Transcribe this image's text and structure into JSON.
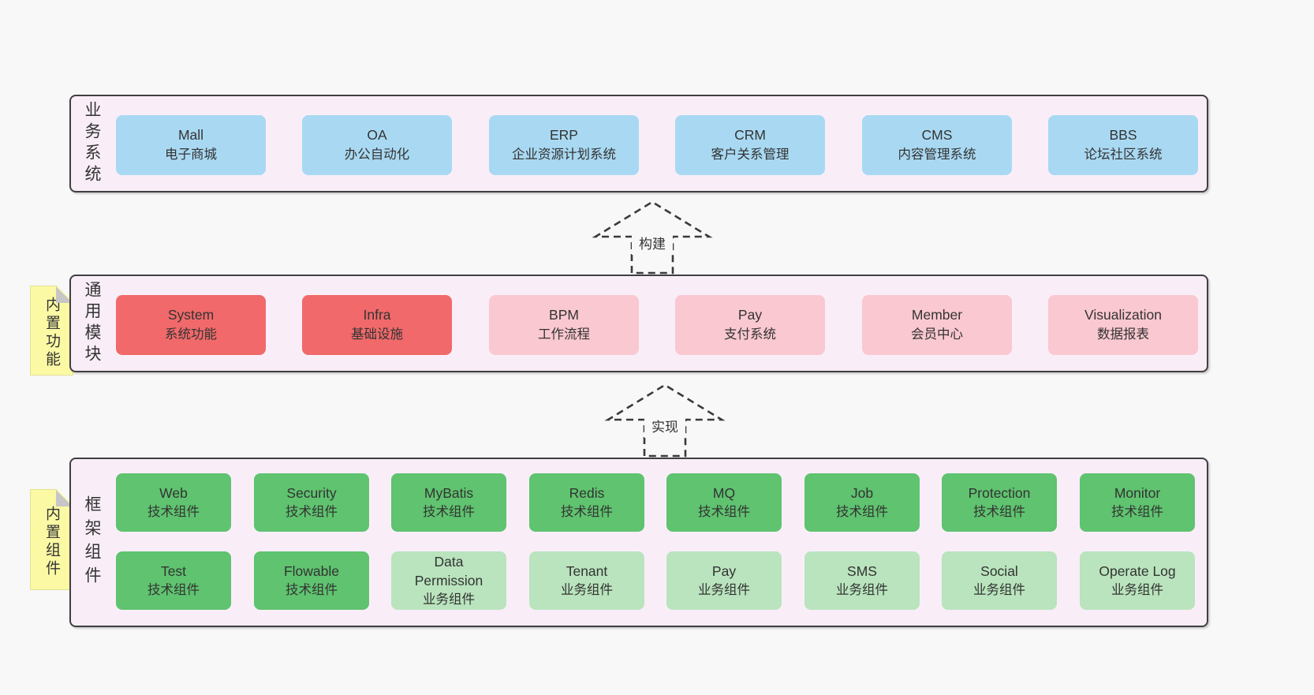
{
  "colors": {
    "page_bg": "#f8f8f8",
    "band_bg": "#f9eef8",
    "band_border": "#3f3f3f",
    "business_box_blue": "#a9d9f2",
    "core_module_red": "#f1696a",
    "module_pink": "#fac8d0",
    "tech_component_green": "#5fc36f",
    "biz_component_light_green": "#b9e4bd",
    "sticky_yellow": "#fbf9a4",
    "text": "#333333"
  },
  "arrows": [
    {
      "label": "构建"
    },
    {
      "label": "实现"
    }
  ],
  "stickies": [
    {
      "label": "内置功能"
    },
    {
      "label": "内置组件"
    }
  ],
  "bands": [
    {
      "label": "业务系统",
      "boxes": [
        {
          "name": "Mall",
          "desc": "电子商城"
        },
        {
          "name": "OA",
          "desc": "办公自动化"
        },
        {
          "name": "ERP",
          "desc": "企业资源计划系统"
        },
        {
          "name": "CRM",
          "desc": "客户关系管理"
        },
        {
          "name": "CMS",
          "desc": "内容管理系统"
        },
        {
          "name": "BBS",
          "desc": "论坛社区系统"
        }
      ]
    },
    {
      "label": "通用模块",
      "boxes": [
        {
          "name": "System",
          "desc": "系统功能"
        },
        {
          "name": "Infra",
          "desc": "基础设施"
        },
        {
          "name": "BPM",
          "desc": "工作流程"
        },
        {
          "name": "Pay",
          "desc": "支付系统"
        },
        {
          "name": "Member",
          "desc": "会员中心"
        },
        {
          "name": "Visualization",
          "desc": "数据报表"
        }
      ]
    },
    {
      "label": "框架组件",
      "rows": [
        [
          {
            "name": "Web",
            "desc": "技术组件"
          },
          {
            "name": "Security",
            "desc": "技术组件"
          },
          {
            "name": "MyBatis",
            "desc": "技术组件"
          },
          {
            "name": "Redis",
            "desc": "技术组件"
          },
          {
            "name": "MQ",
            "desc": "技术组件"
          },
          {
            "name": "Job",
            "desc": "技术组件"
          },
          {
            "name": "Protection",
            "desc": "技术组件"
          },
          {
            "name": "Monitor",
            "desc": "技术组件"
          }
        ],
        [
          {
            "name": "Test",
            "desc": "技术组件"
          },
          {
            "name": "Flowable",
            "desc": "技术组件"
          },
          {
            "name": "Data Permission",
            "desc": "业务组件"
          },
          {
            "name": "Tenant",
            "desc": "业务组件"
          },
          {
            "name": "Pay",
            "desc": "业务组件"
          },
          {
            "name": "SMS",
            "desc": "业务组件"
          },
          {
            "name": "Social",
            "desc": "业务组件"
          },
          {
            "name": "Operate Log",
            "desc": "业务组件"
          }
        ]
      ]
    }
  ]
}
